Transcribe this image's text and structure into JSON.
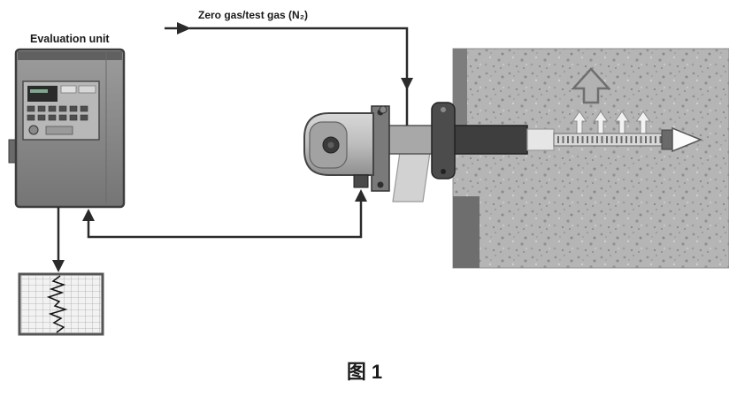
{
  "figure": {
    "caption": "图 1"
  },
  "labels": {
    "evaluation_unit": "Evaluation unit",
    "zero_gas": "Zero gas/test gas (N₂)"
  },
  "colors": {
    "line": "#2b2b2b",
    "duct_interior": "#b5b5b5",
    "duct_wall": "#787878",
    "probe_dark": "#3e3e3e",
    "analyzer_body": "#c0c0c0",
    "evaluation_unit_body": "#8d8d8d",
    "flow_arrow": "#f2f2f2",
    "background": "#ffffff"
  },
  "icons": {
    "flow_arrow_large": "large upward gas-flow arrow in duct",
    "flow_arrows_small": "small upward gas-flow arrows above probe",
    "zero_gas_feed_arrow": "gas feed direction arrow",
    "signal_arrows": "signal connection arrowheads",
    "probe_reflector": "reflector tip at probe end"
  }
}
